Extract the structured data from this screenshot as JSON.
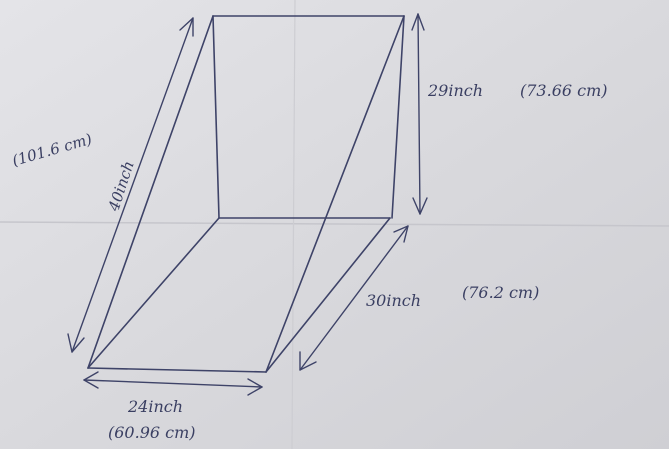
{
  "labels": {
    "height_inch": "29inch",
    "height_cm": "(73.66 cm)",
    "diag_inch": "40inch",
    "diag_cm": "(101.6 cm)",
    "depth_inch": "30inch",
    "depth_cm": "(76.2 cm)",
    "width_inch": "24inch",
    "width_cm": "(60.96 cm)"
  },
  "colors": {
    "paper": "#d9d9dd",
    "ink": "#3e4368"
  }
}
